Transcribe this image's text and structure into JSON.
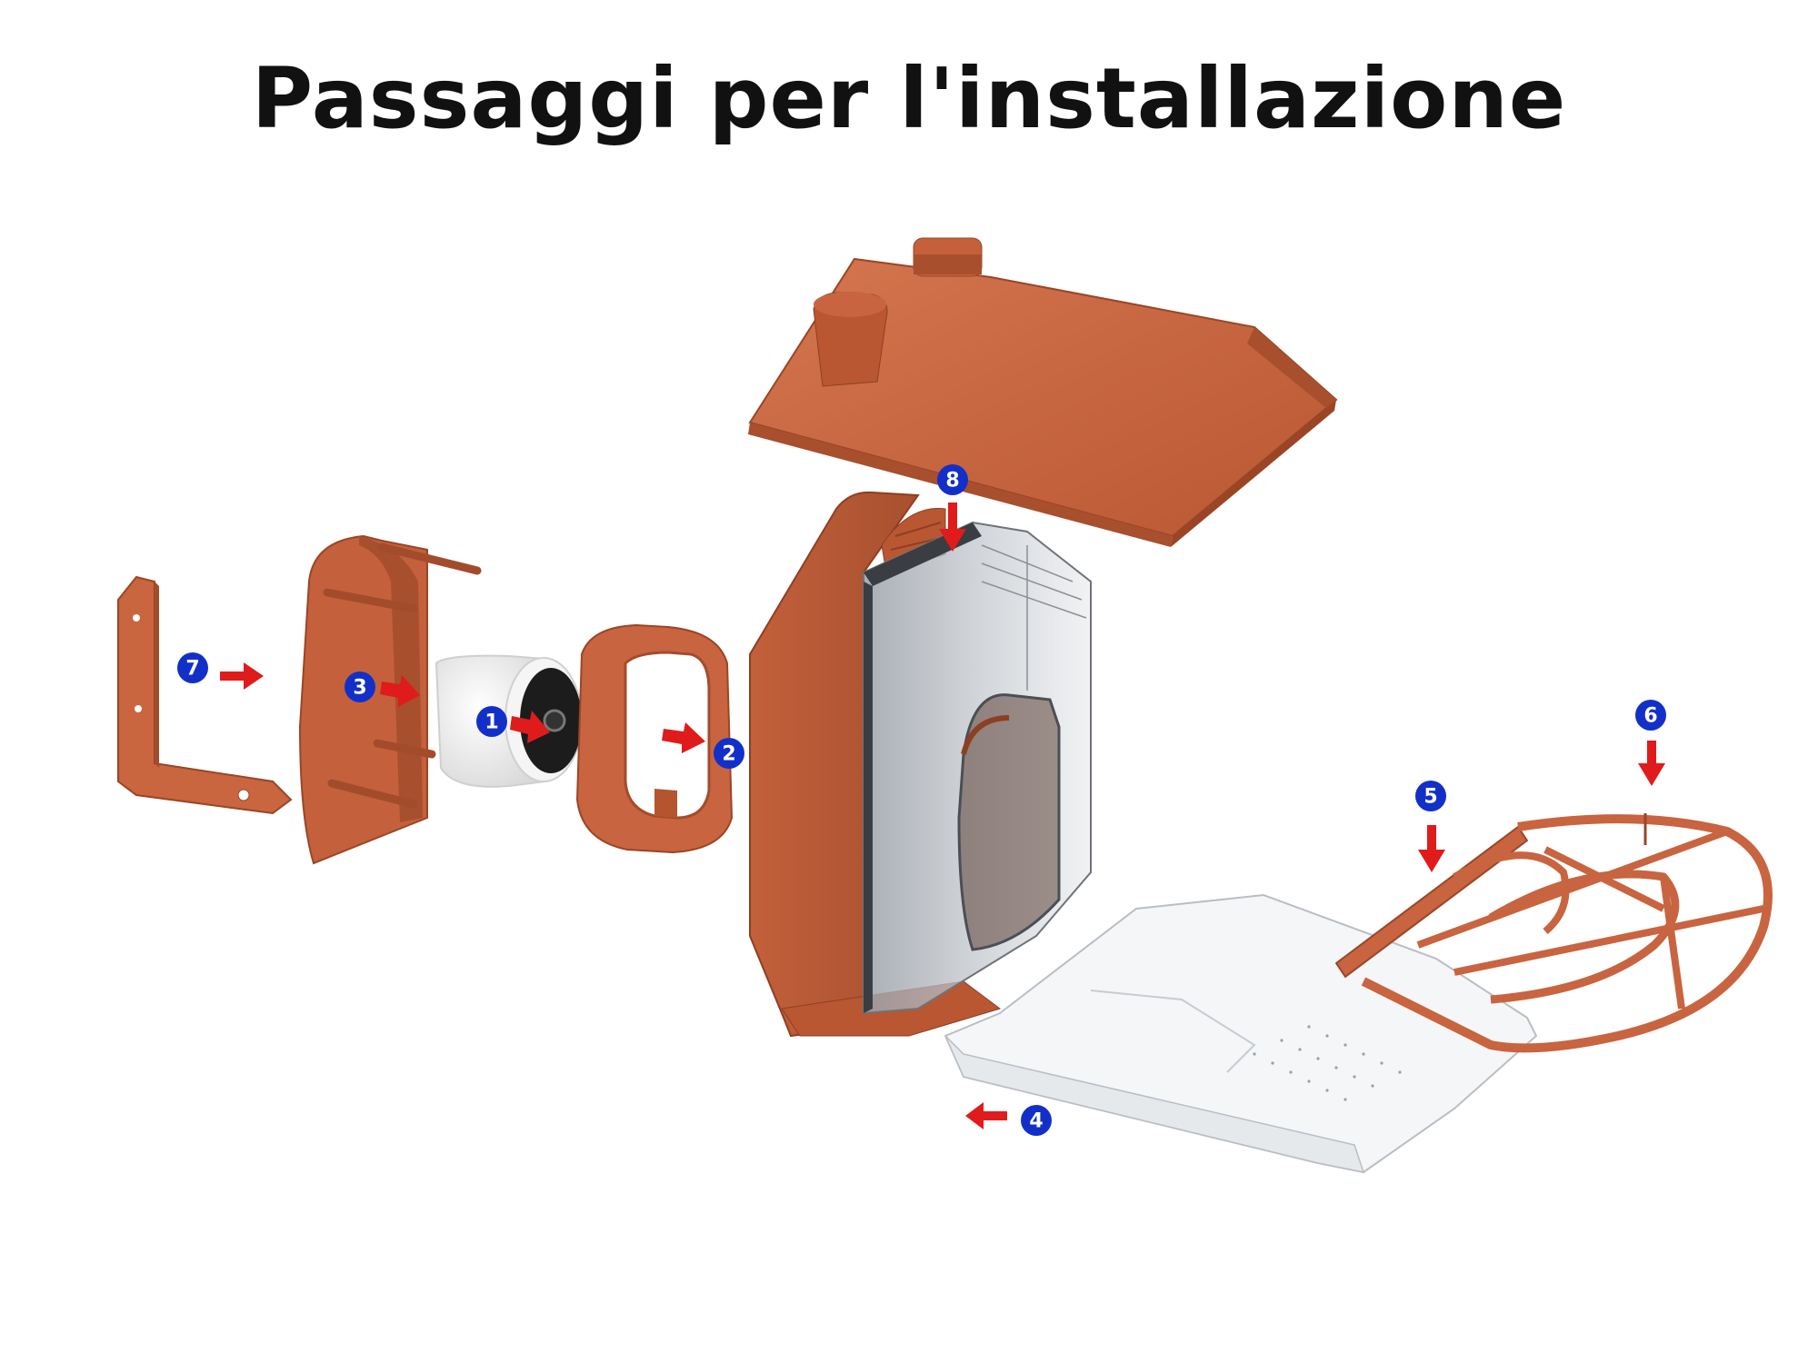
{
  "title": "Passaggi per l'installazione",
  "colors": {
    "terracotta": "#c8643f",
    "terracotta_dark": "#a34c2c",
    "terracotta_light": "#d97a55",
    "badge_blue": "#1230c8",
    "arrow_red": "#e01b1b",
    "transparent_body": "#cfd3d8"
  },
  "steps": [
    {
      "num": "1",
      "part": "camera"
    },
    {
      "num": "2",
      "part": "camera-ring"
    },
    {
      "num": "3",
      "part": "back-plate"
    },
    {
      "num": "4",
      "part": "tray"
    },
    {
      "num": "5",
      "part": "perch-front"
    },
    {
      "num": "6",
      "part": "perch-ring"
    },
    {
      "num": "7",
      "part": "wall-bracket"
    },
    {
      "num": "8",
      "part": "roof"
    }
  ]
}
